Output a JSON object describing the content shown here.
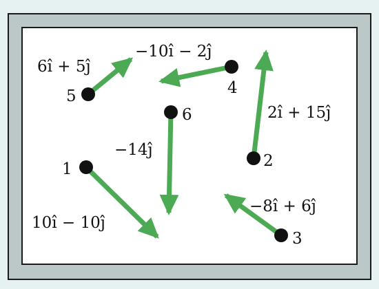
{
  "colors": {
    "background": "#e6f1f2",
    "outer_frame": "#bcc8c7",
    "frame_border": "#1a1a1a",
    "panel": "#ffffff",
    "arrow": "#4caa55",
    "point": "#111111"
  },
  "points": [
    {
      "id": "1",
      "number_label": "1",
      "vector_label": "10î − 10ĵ"
    },
    {
      "id": "2",
      "number_label": "2",
      "vector_label": "2î + 15ĵ"
    },
    {
      "id": "3",
      "number_label": "3",
      "vector_label": "−8î + 6ĵ"
    },
    {
      "id": "4",
      "number_label": "4",
      "vector_label": "−10î − 2ĵ"
    },
    {
      "id": "5",
      "number_label": "5",
      "vector_label": "6î + 5ĵ"
    },
    {
      "id": "6",
      "number_label": "6",
      "vector_label": "−14ĵ"
    }
  ]
}
